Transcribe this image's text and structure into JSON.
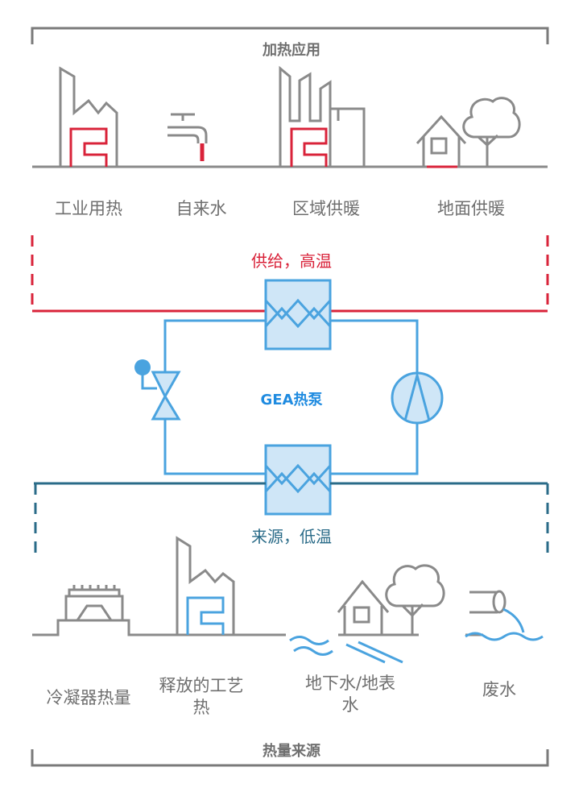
{
  "top_section": {
    "title": "加热应用",
    "supply_label": "供给，高温",
    "items": [
      {
        "label": "工业用热",
        "icon": "factory-icon"
      },
      {
        "label": "自来水",
        "icon": "faucet-icon"
      },
      {
        "label": "区域供暖",
        "icon": "district-heating-icon"
      },
      {
        "label": "地面供暖",
        "icon": "house-tree-icon"
      }
    ]
  },
  "center": {
    "label": "GEA热泵"
  },
  "bottom_section": {
    "title": "热量来源",
    "source_label": "来源，低温",
    "items": [
      {
        "label": "冷凝器热量",
        "icon": "condenser-icon"
      },
      {
        "label": "释放的工艺热",
        "icon": "factory-icon"
      },
      {
        "label": "地下水/地表水",
        "icon": "house-water-icon"
      },
      {
        "label": "废水",
        "icon": "waste-water-pipe-icon"
      }
    ]
  },
  "colors": {
    "gray": "#7a7a7a",
    "red": "#d9233a",
    "dark_blue": "#2a6b88",
    "light_blue": "#4aa3df",
    "hx_fill": "#cfe6f7"
  }
}
